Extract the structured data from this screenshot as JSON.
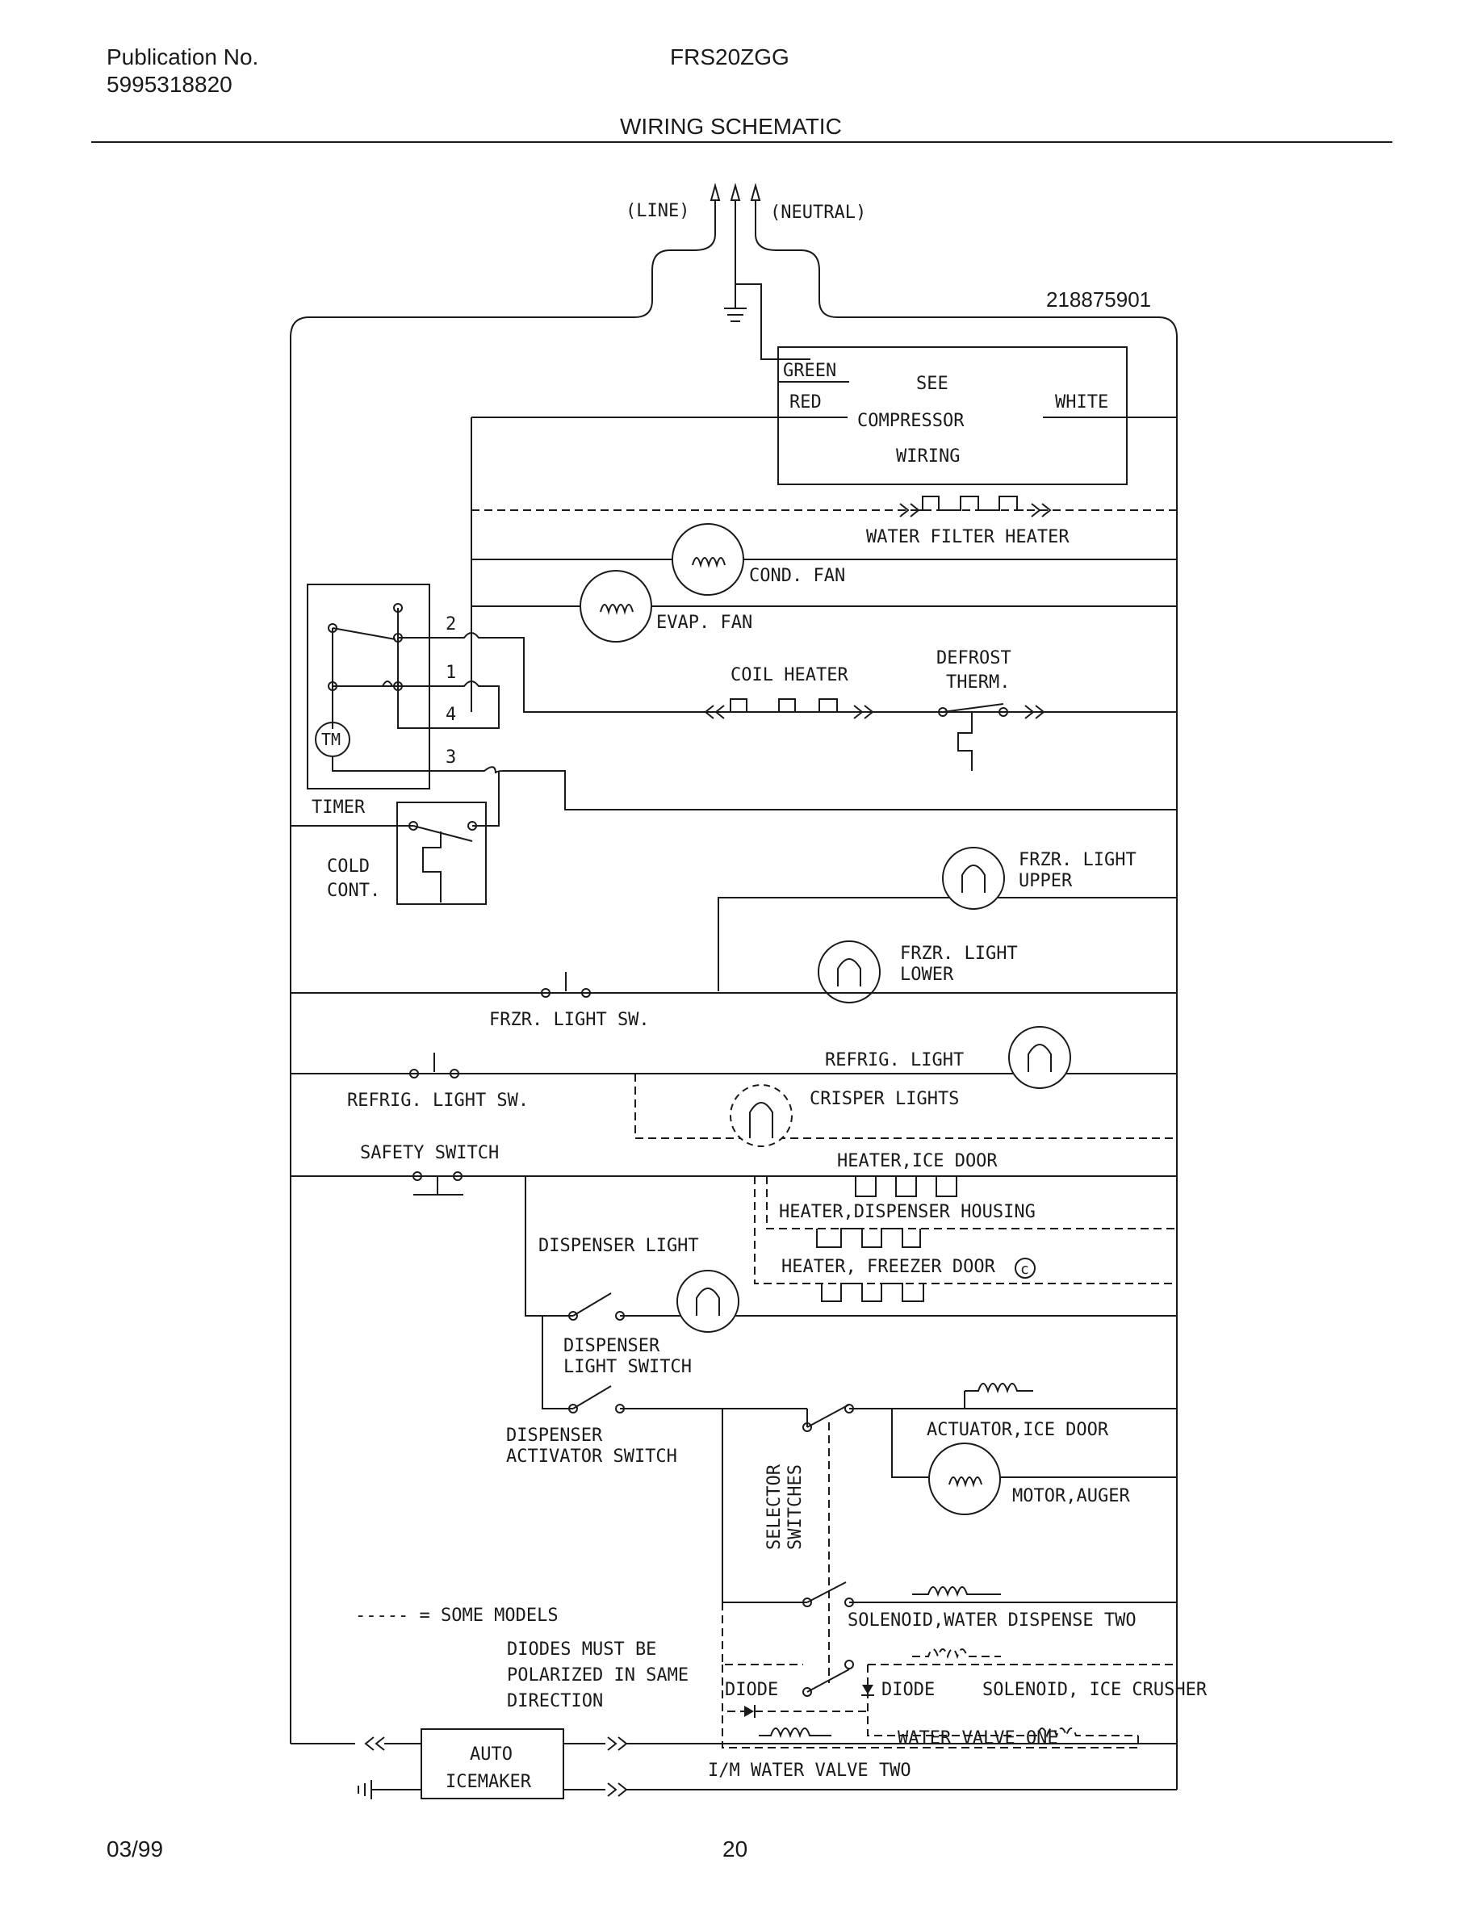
{
  "header": {
    "publication_label": "Publication No.",
    "publication_number": "5995318820",
    "model": "FRS20ZGG",
    "title": "WIRING SCHEMATIC"
  },
  "footer": {
    "date": "03/99",
    "page": "20"
  },
  "diagram": {
    "part_number": "218875901",
    "line": "(LINE)",
    "neutral": "(NEUTRAL)",
    "compressor": {
      "green": "GREEN",
      "red": "RED",
      "white": "WHITE",
      "see": "SEE",
      "compressor": "COMPRESSOR",
      "wiring": "WIRING"
    },
    "water_filter_heater": "WATER FILTER HEATER",
    "cond_fan": "COND. FAN",
    "evap_fan": "EVAP. FAN",
    "timer": {
      "label": "TIMER",
      "motor": "TM",
      "t1": "1",
      "t2": "2",
      "t3": "3",
      "t4": "4"
    },
    "coil_heater": "COIL HEATER",
    "defrost_therm_1": "DEFROST",
    "defrost_therm_2": "THERM.",
    "cold_cont_1": "COLD",
    "cold_cont_2": "CONT.",
    "frzr_light_upper_1": "FRZR. LIGHT",
    "frzr_light_upper_2": "UPPER",
    "frzr_light_lower_1": "FRZR. LIGHT",
    "frzr_light_lower_2": "LOWER",
    "frzr_light_sw": "FRZR. LIGHT SW.",
    "refrig_light": "REFRIG. LIGHT",
    "refrig_light_sw": "REFRIG. LIGHT SW.",
    "crisper_lights": "CRISPER LIGHTS",
    "safety_switch": "SAFETY SWITCH",
    "heater_ice_door": "HEATER,ICE DOOR",
    "heater_dispenser_housing": "HEATER,DISPENSER HOUSING",
    "heater_freezer_door": "HEATER, FREEZER DOOR",
    "copyright_mark": "c",
    "dispenser_light": "DISPENSER LIGHT",
    "dispenser_light_switch_1": "DISPENSER",
    "dispenser_light_switch_2": "LIGHT SWITCH",
    "dispenser_activator_1": "DISPENSER",
    "dispenser_activator_2": "ACTIVATOR SWITCH",
    "selector_switches_1": "SELECTOR",
    "selector_switches_2": "SWITCHES",
    "actuator_ice_door": "ACTUATOR,ICE DOOR",
    "motor_auger": "MOTOR,AUGER",
    "some_models": "----- = SOME MODELS",
    "diodes_note_1": "DIODES MUST BE",
    "diodes_note_2": "POLARIZED IN SAME",
    "diodes_note_3": "DIRECTION",
    "solenoid_water_two": "SOLENOID,WATER DISPENSE TWO",
    "diode_left": "DIODE",
    "diode_right": "DIODE",
    "solenoid_ice_crusher": "SOLENOID, ICE CRUSHER",
    "water_valve_one": "WATER VALVE ONE",
    "auto_icemaker_1": "AUTO",
    "auto_icemaker_2": "ICEMAKER",
    "im_water_valve_two": "I/M WATER VALVE TWO"
  }
}
